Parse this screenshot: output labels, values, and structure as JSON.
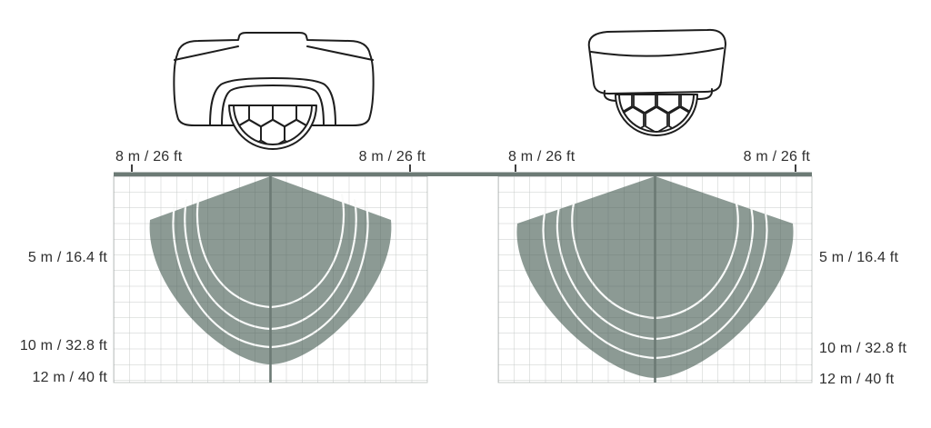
{
  "figure": {
    "description": "Motion sensor detection coverage diagram with two device views above range grids",
    "panels": [
      {
        "view": "front",
        "device_icon": "pir-sensor-front-icon",
        "top_labels": {
          "left": "8 m / 26 ft",
          "right": "8 m / 26 ft"
        },
        "depth_labels": [
          "5 m / 16.4 ft",
          "10 m / 32.8 ft",
          "12 m / 40 ft"
        ],
        "depth_labels_position": "left",
        "zone_curves_per_side": 3
      },
      {
        "view": "side",
        "device_icon": "pir-sensor-side-icon",
        "top_labels": {
          "left": "8 m / 26 ft",
          "right": "8 m / 26 ft"
        },
        "depth_labels": [
          "5 m / 16.4 ft",
          "10 m / 32.8 ft",
          "12 m / 40 ft"
        ],
        "depth_labels_position": "right",
        "zone_curves_per_side": 3
      }
    ],
    "coverage": {
      "max_horizontal_each_side": "8 m / 26 ft",
      "depth_markers": [
        "5 m / 16.4 ft",
        "10 m / 32.8 ft",
        "12 m / 40 ft"
      ],
      "max_depth": "12 m / 40 ft"
    },
    "colors": {
      "coverage_fill": "#8C9A94",
      "zone_boundary": "#FAFBFA",
      "baseline_bar": "#6C7A75",
      "center_line": "#6C7A75",
      "grid_line": "#C3C8C6",
      "text": "#2E2E2E",
      "device_outline": "#1E1E1E",
      "background": "#FFFFFF"
    }
  }
}
